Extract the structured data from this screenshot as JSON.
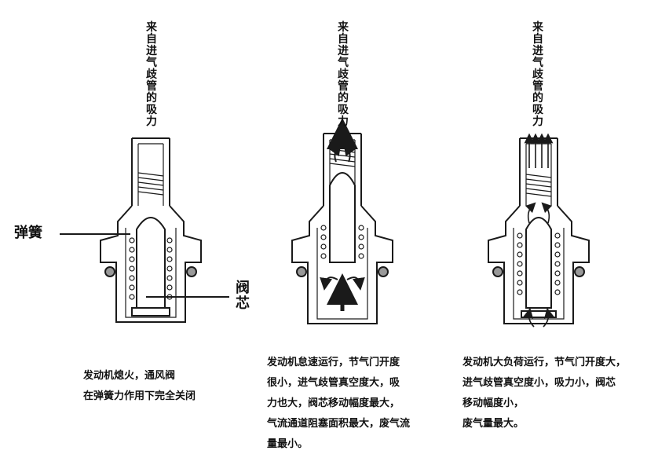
{
  "panels": [
    {
      "arrow_label": "来自进气歧管的吸力",
      "caption_lines": [
        "发动机熄火，通风阀",
        "在弹簧力作用下完全关闭"
      ]
    },
    {
      "arrow_label": "来自进气歧管的吸力",
      "caption_lines": [
        "发动机怠速运行，节气门开度",
        "很小，进气歧管真空度大，吸",
        "力也大，阀芯移动幅度最大，",
        "气流通道阻塞面积最大，废气流",
        "量最小。"
      ]
    },
    {
      "arrow_label": "来自进气歧管的吸力",
      "caption_lines": [
        "发动机大负荷运行，节气门开度大，",
        "进气歧管真空度小，吸力小，阀芯",
        "移动幅度小，",
        "废气量最大。"
      ]
    }
  ],
  "callouts": {
    "spring": "弹簧",
    "valve_core": "阀芯"
  },
  "colors": {
    "line": "#1a1a1a",
    "shade": "#cccccc",
    "background": "#ffffff"
  }
}
